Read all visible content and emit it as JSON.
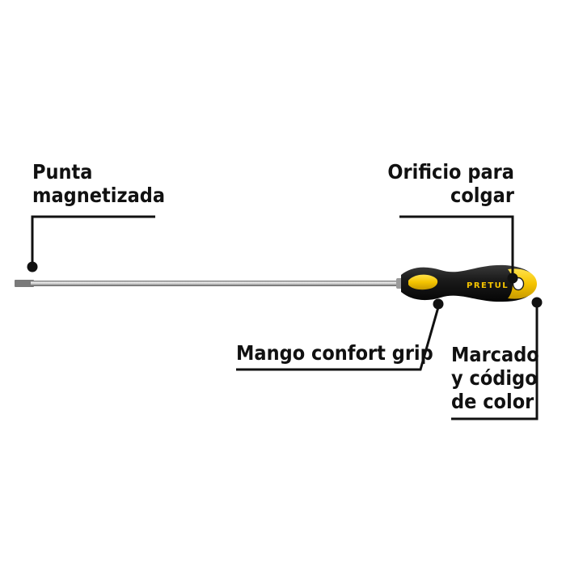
{
  "callouts": {
    "punta": {
      "line1": "Punta",
      "line2": "magnetizada"
    },
    "orificio": {
      "line1": "Orificio para",
      "line2": "colgar"
    },
    "mango": {
      "text": "Mango confort grip"
    },
    "marcado": {
      "line1": "Marcado",
      "line2": "y código",
      "line3": "de color"
    }
  },
  "product": {
    "brand": "PRETUL"
  },
  "colors": {
    "handle_black": "#1a1a1a",
    "handle_yellow": "#f5c400",
    "shaft_metal": "#b8b8b8",
    "leader_line": "#111111",
    "text": "#111111"
  }
}
